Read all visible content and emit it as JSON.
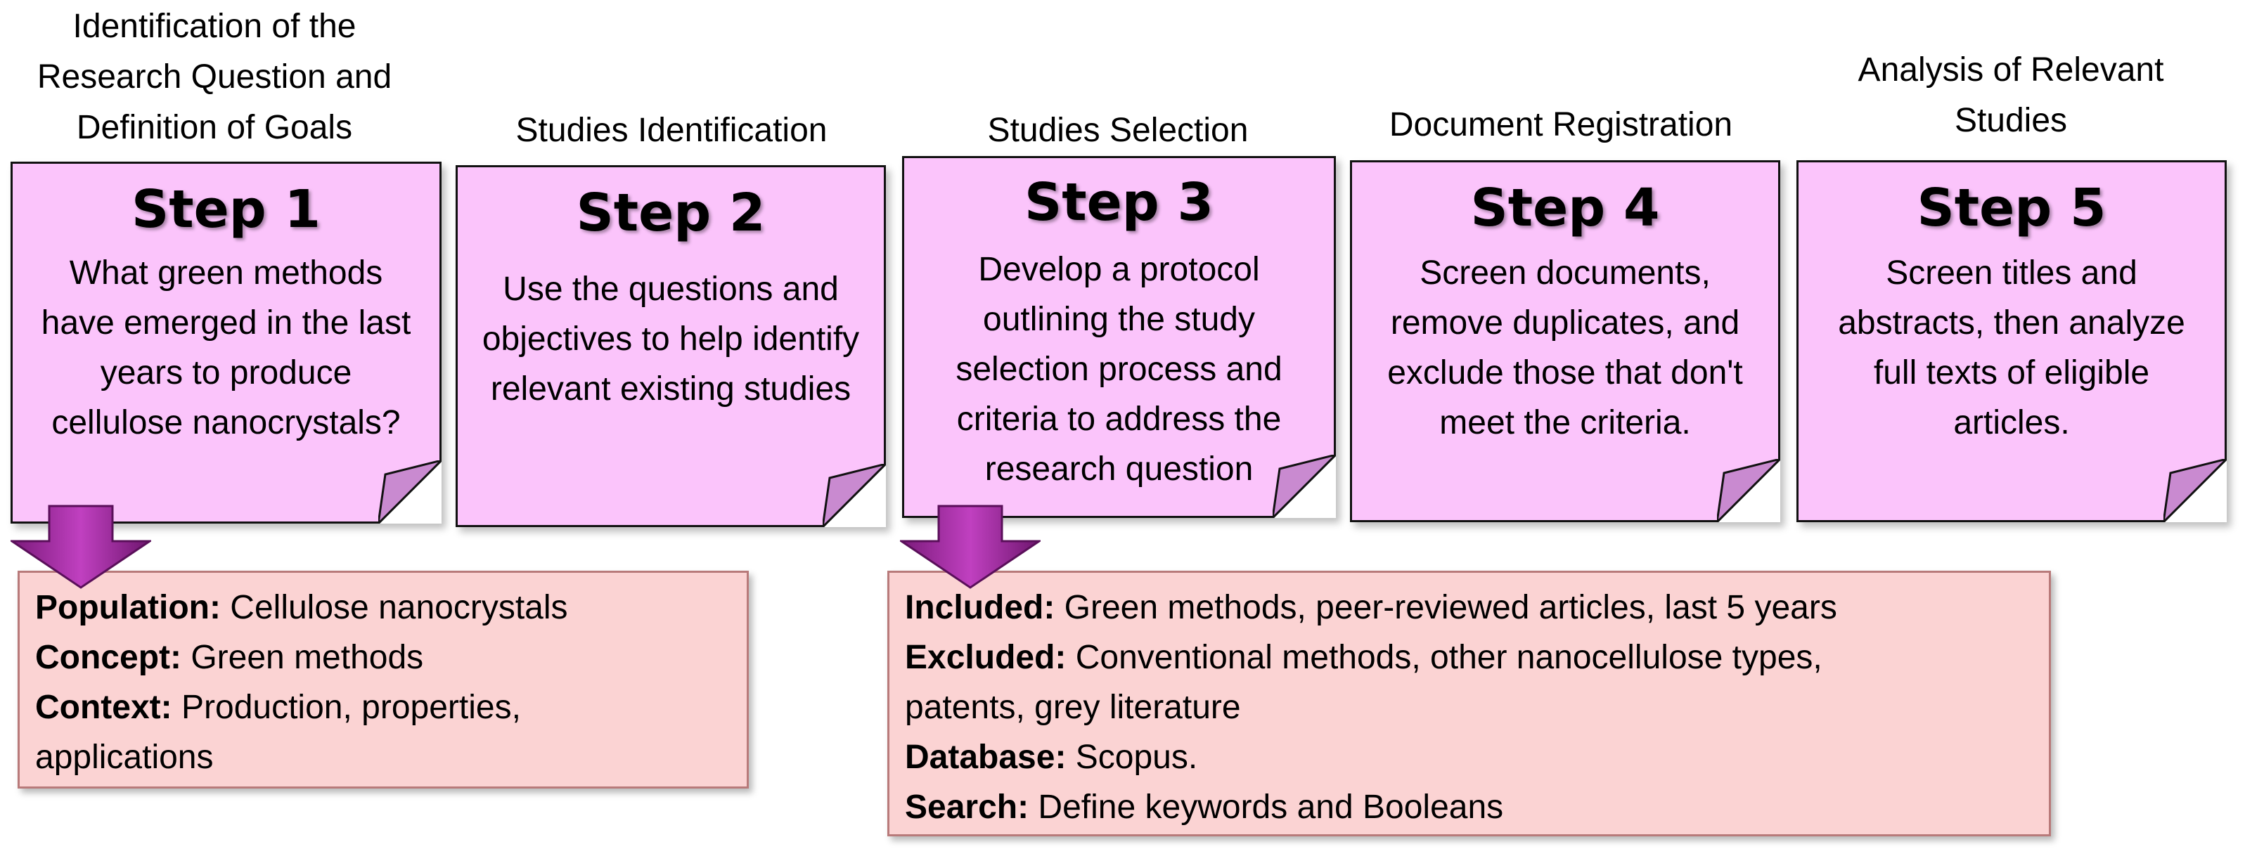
{
  "headings": [
    "Identification of the Research Question and Definition of Goals",
    "Studies Identification",
    "Studies Selection",
    "Document Registration",
    "Analysis of Relevant Studies"
  ],
  "steps": [
    {
      "title": "Step 1",
      "text": "What green methods have emerged in the last years to produce cellulose nanocrystals?"
    },
    {
      "title": "Step 2",
      "text": "Use the questions and objectives to help identify relevant existing studies"
    },
    {
      "title": "Step 3",
      "text": "Develop a protocol outlining the study selection process and criteria to address the research question"
    },
    {
      "title": "Step 4",
      "text": "Screen documents, remove duplicates, and exclude those that don't meet the criteria."
    },
    {
      "title": "Step 5",
      "text": "Screen titles and abstracts, then analyze full texts of eligible articles."
    }
  ],
  "step1_details": [
    {
      "label": "Population:",
      "value": " Cellulose nanocrystals"
    },
    {
      "label": "Concept:",
      "value": " Green methods"
    },
    {
      "label": "Context:",
      "value": " Production, properties, applications"
    }
  ],
  "step3_details": [
    {
      "label": "Included:",
      "value": " Green methods, peer-reviewed articles, last 5 years"
    },
    {
      "label": "Excluded:",
      "value": " Conventional methods, other nanocellulose types, patents, grey literature"
    },
    {
      "label": "Database:",
      "value": " Scopus."
    },
    {
      "label": "Search:",
      "value": " Define keywords and Booleans"
    }
  ],
  "colors": {
    "note_fill": "#fbc4fb",
    "detail_fill": "#fbd3d3",
    "arrow_fill": "#a02aa0"
  }
}
